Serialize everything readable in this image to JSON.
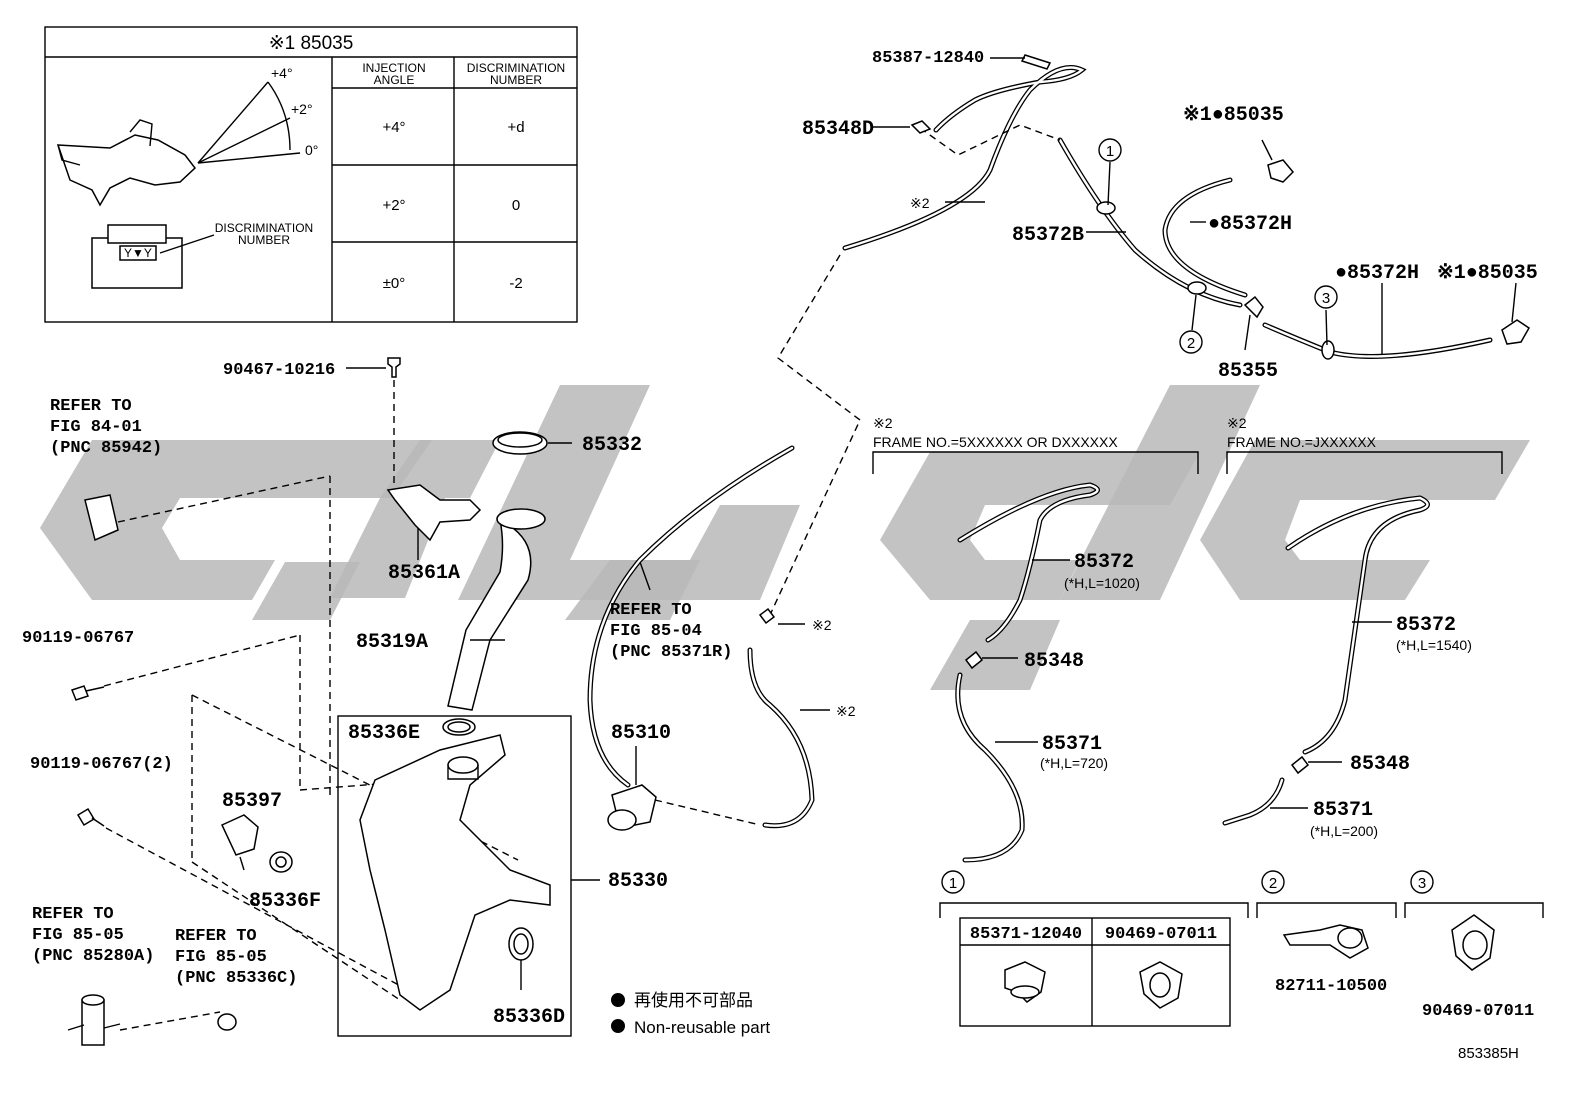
{
  "inset_table": {
    "title": "※1 85035",
    "headers": [
      "INJECTION ANGLE",
      "DISCRIMINATION NUMBER"
    ],
    "rows": [
      {
        "angle": "+4°",
        "number": "+d"
      },
      {
        "angle": "+2°",
        "number": "0"
      },
      {
        "angle": "±0°",
        "number": "-2"
      }
    ],
    "angle_marks": [
      "+4°",
      "+2°",
      "0°"
    ],
    "discrimination_label": "DISCRIMINATION NUMBER"
  },
  "part_numbers": {
    "p85387_12840": "85387-12840",
    "p85348D": "85348D",
    "p85372B": "85372B",
    "p85372H_top": "●85372H",
    "p85035_top": "※1●85035",
    "p85372H_right": "●85372H",
    "p85035_right": "※1●85035",
    "p85355": "85355",
    "p90467_10216": "90467-10216",
    "p85332": "85332",
    "p85361A": "85361A",
    "p85319A": "85319A",
    "p90119_06767": "90119-06767",
    "p90119_06767_2": "90119-06767(2)",
    "p85336E": "85336E",
    "p85397": "85397",
    "p85336F": "85336F",
    "p85310": "85310",
    "p85330": "85330",
    "p85336D": "85336D",
    "p85372_a": "85372",
    "p85348_a": "85348",
    "p85371_a": "85371",
    "p85372_b": "85372",
    "p85348_b": "85348",
    "p85371_b": "85371",
    "p82711_10500": "82711-10500",
    "p90469_07011": "90469-07011"
  },
  "notes": {
    "x2": "※2",
    "frame_a": "FRAME NO.=5XXXXXX OR DXXXXXX",
    "frame_b": "FRAME NO.=JXXXXXX",
    "len_85372_a": "(*H,L=1020)",
    "len_85371_a": "(*H,L=720)",
    "len_85372_b": "(*H,L=1540)",
    "len_85371_b": "(*H,L=200)"
  },
  "refer": {
    "r1": [
      "REFER TO",
      "FIG 84-01",
      "(PNC 85942)"
    ],
    "r2": [
      "REFER TO",
      "FIG 85-04",
      "(PNC 85371R)"
    ],
    "r3": [
      "REFER TO",
      "FIG 85-05",
      "(PNC 85280A)"
    ],
    "r4": [
      "REFER TO",
      "FIG 85-05",
      "(PNC 85336C)"
    ]
  },
  "callouts": [
    "1",
    "2",
    "3"
  ],
  "clip_table": {
    "headers": [
      "85371-12040",
      "90469-07011"
    ]
  },
  "legend": {
    "jp": "再使用不可部品",
    "en": "Non-reusable part"
  },
  "figure_id": "853385H"
}
